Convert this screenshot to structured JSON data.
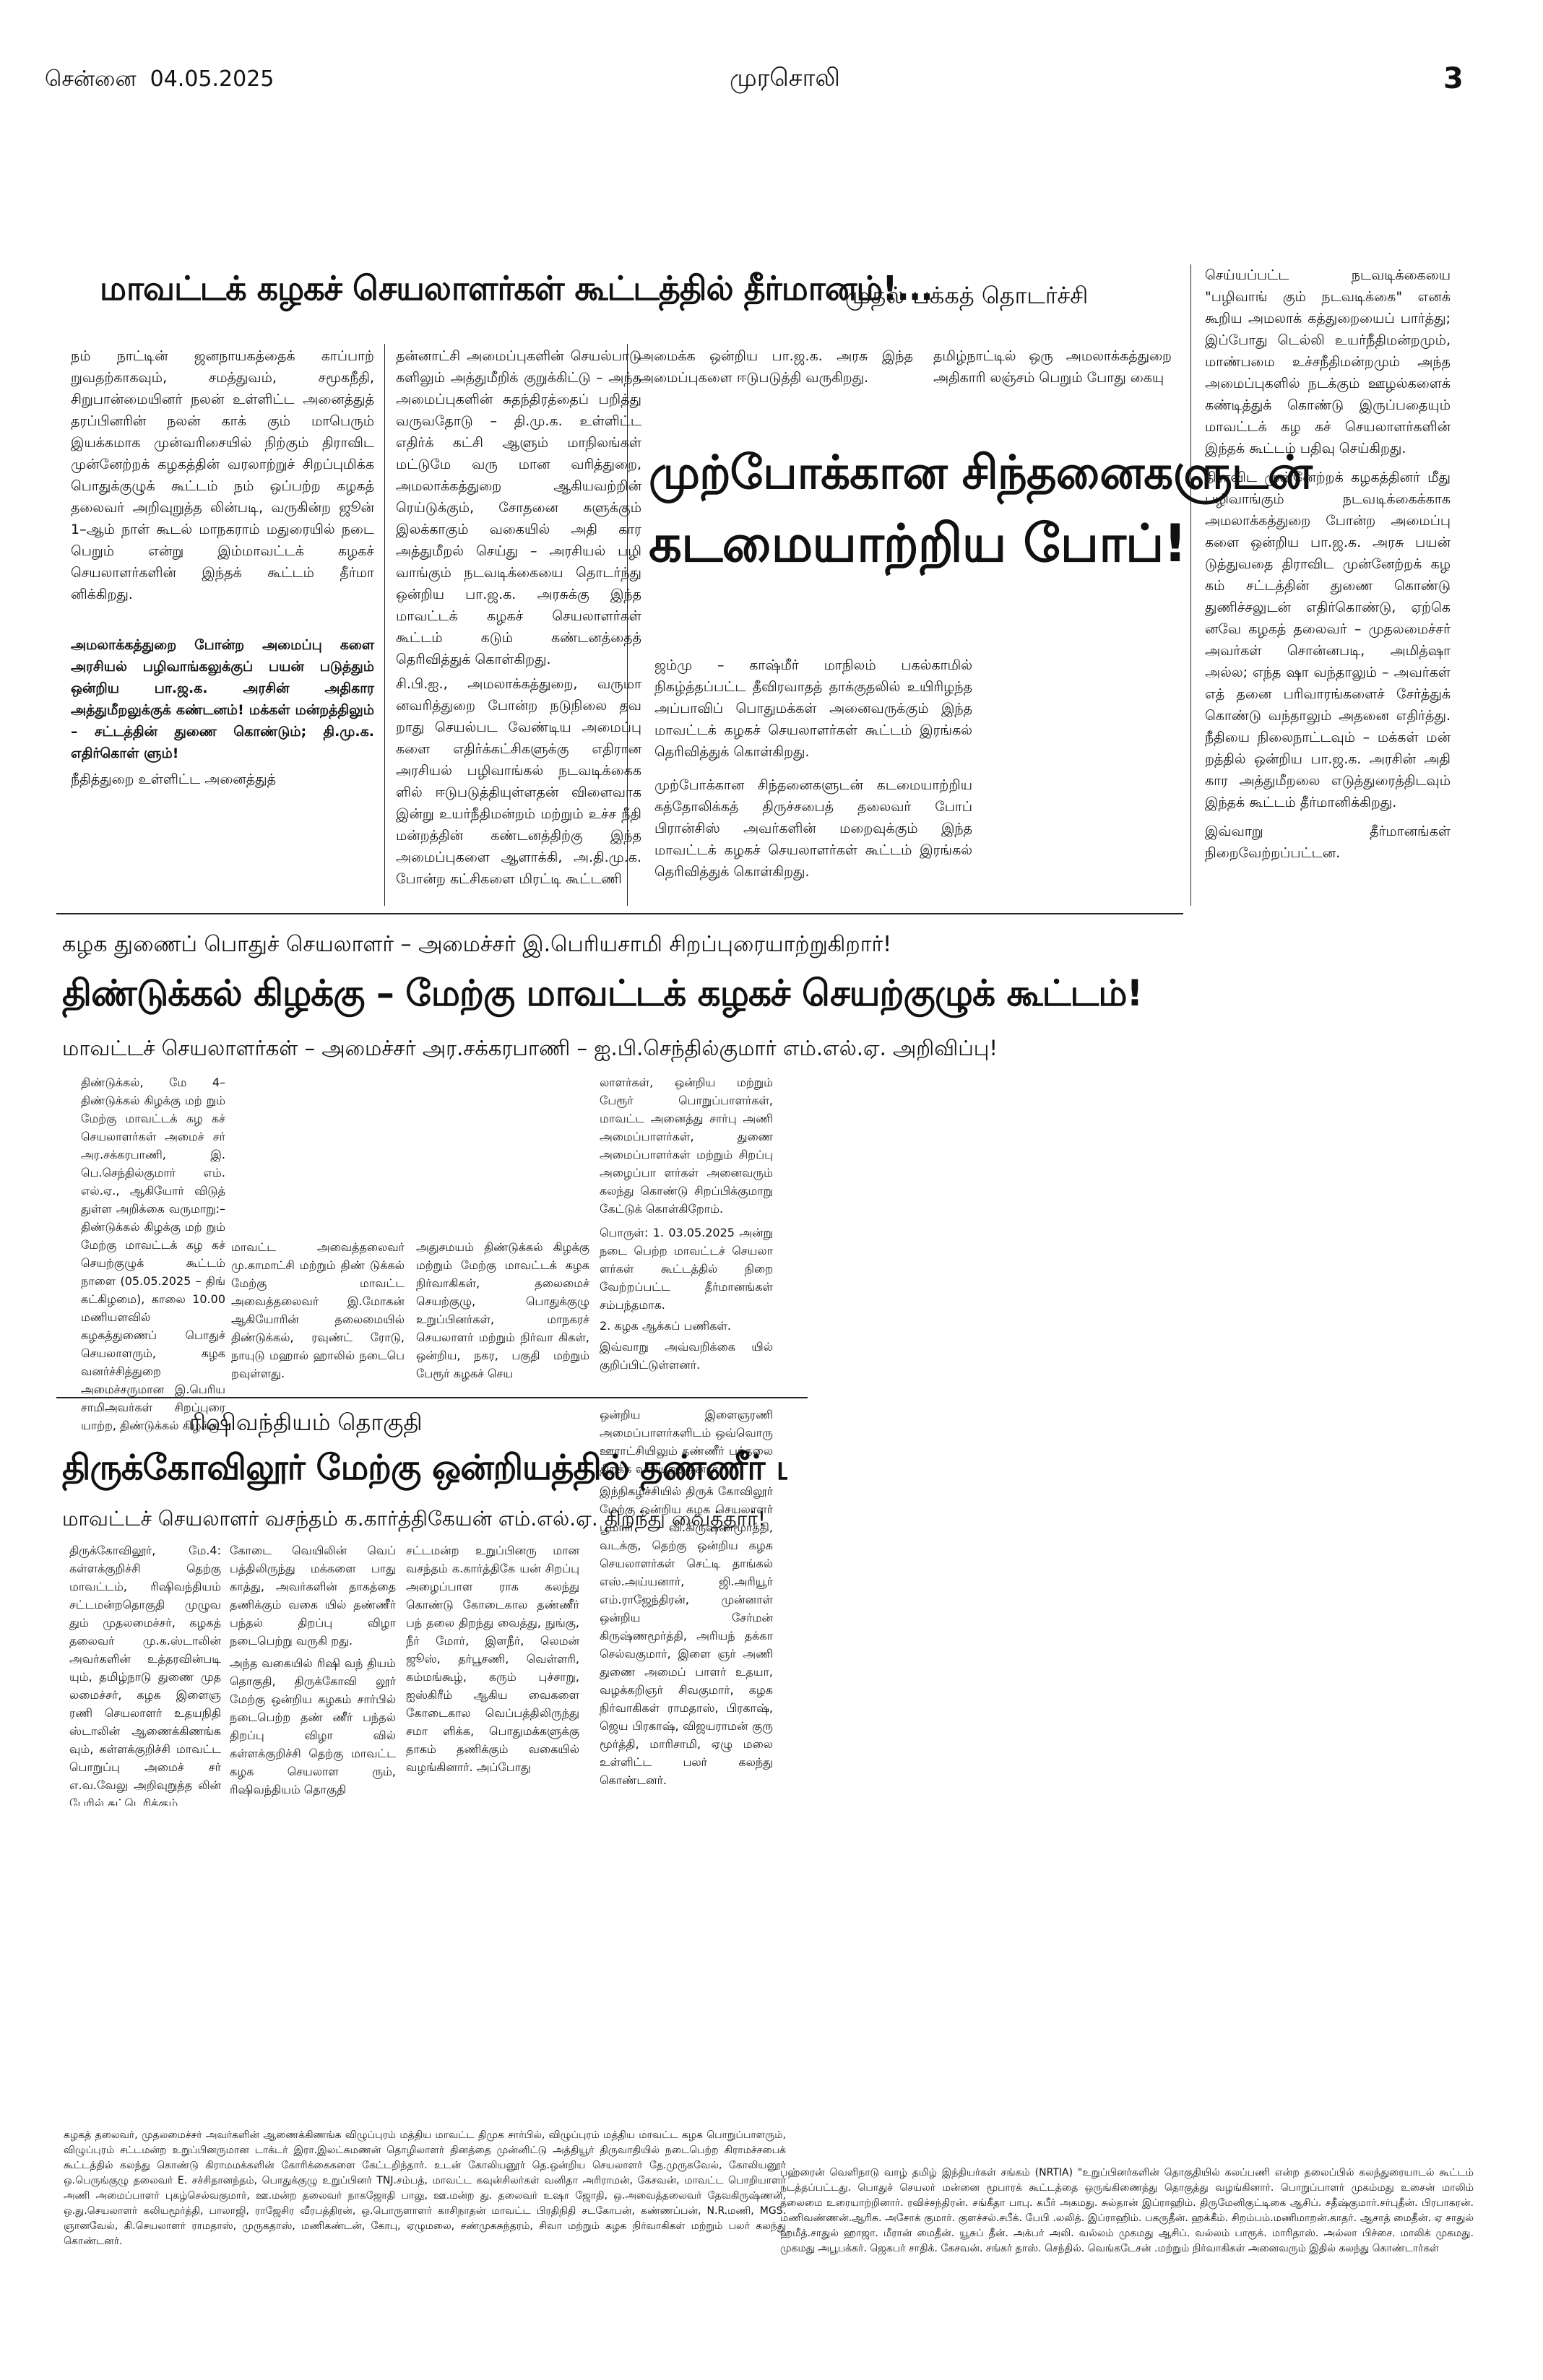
{
  "masthead": {
    "dateline": "சென்னை  04.05.2025",
    "paper_name": "முரசொலி",
    "page_number": "3"
  },
  "top_story": {
    "headline": "மாவட்டக் கழகச் செயலாளர்கள் கூட்டத்தில் தீர்மானம்!...",
    "continued_label": "முதல் பக்கத் தொடர்ச்சி",
    "col1": "நம் நாட்டின் ஜனநாயகத்தைக் காப்பாற் றுவதற்காகவும், சமத்துவம், சமூகநீதி, சிறுபான்மையினர் நலன் உள்ளிட்ட அனைத்துத் தரப்பினரின் நலன் காக் கும் மாபெரும் இயக்கமாக முன்வரிசையில் நிற்கும் திராவிட முன்னேற்றக் கழகத்தின் வரலாற்றுச் சிறப்புமிக்க பொதுக்குழுக் கூட்டம் நம் ஒப்பற்ற கழகத் தலைவர் அறிவுறுத்த லின்படி, வருகின்ற ஜூன் 1–ஆம் நாள் கூடல் மாநகராம் மதுரையில் நடை பெறும் என்று இம்மாவட்டக் கழகச் செயலாளர்களின் இந்தக் கூட்டம் தீர்மா னிக்கிறது.",
    "col1_sub": "அமலாக்கத்துறை போன்ற அமைப்பு களை அரசியல் பழிவாங்கலுக்குப் பயன் படுத்தும் ஒன்றிய பா.ஜ.க. அரசின் அதிகார அத்துமீறலுக்குக் கண்டனம்! மக்கள் மன்றத்திலும் – சட்டத்தின் துணை கொண்டும்; தி.மு.க. எதிர்கொள் ளும்!",
    "col1_tail": "நீதித்துறை உள்ளிட்ட அனைத்துத்",
    "col2": "தன்னாட்சி அமைப்புகளின் செயல்பாடு களிலும் அத்துமீறிக் குறுக்கிட்டு – அந்த அமைப்புகளின் சுதந்திரத்தைப் பறித்து வருவதோடு – தி.மு.க. உள்ளிட்ட எதிர்க் கட்சி ஆளும் மாநிலங்கள் மட்டுமே வரு மான வரித்துறை, அமலாக்கத்துறை ஆகியவற்றின் ரெய்டுக்கும், சோதனை களுக்கும் இலக்காகும் வகையில் அதி கார அத்துமீறல் செய்து – அரசியல் பழி வாங்கும் நடவடிக்கையை தொடர்ந்து ஒன்றிய பா.ஜ.க. அரசுக்கு இந்த மாவட்டக் கழகச் செயலாளர்கள் கூட்டம் கடும் கண்டனத்தைத் தெரிவித்துக் கொள்கிறது.",
    "col2_b": "சி.பி.ஐ., அமலாக்கத்துறை, வருமா னவரித்துறை போன்ற நடுநிலை தவ றாது செயல்பட வேண்டிய அமைப்பு களை எதிர்க்கட்சிகளுக்கு எதிரான அரசியல் பழிவாங்கல் நடவடிக்கைக ளில் ஈடுபடுத்தியுள்ளதன் விளைவாக இன்று உயர்நீதிமன்றம் மற்றும் உச்ச நீதி மன்றத்தின் கண்டனத்திற்கு இந்த அமைப்புகளை ஆளாக்கி, அ.தி.மு.க. போன்ற கட்சிகளை மிரட்டி கூட்டணி",
    "col3_top": "அமைக்க ஒன்றிய பா.ஜ.க. அரசு இந்த அமைப்புகளை ஈடுபடுத்தி வருகிறது.",
    "col4_top": "தமிழ்நாட்டில் ஒரு அமலாக்கத்துறை அதிகாரி லஞ்சம் பெறும் போது கையு",
    "pope_headline_line1": "முற்போக்கான சிந்தனைகளுடன்",
    "pope_headline_line2": "கடமையாற்றிய போப்!",
    "pope_p1": "ஜம்மு – காஷ்மீர் மாநிலம் பகல்காமில் நிகழ்த்தப்பட்ட தீவிரவாதத் தாக்குதலில் உயிரிழந்த அப்பாவிப் பொதுமக்கள் அனைவருக்கும் இந்த மாவட்டக் கழகச் செயலாளர்கள் கூட்டம் இரங்கல் தெரிவித்துக் கொள்கிறது.",
    "pope_p2": "முற்போக்கான சிந்தனைகளுடன் கடமையாற்றிய கத்தோலிக்கத் திருச்சபைத் தலைவர் போப் பிரான்சிஸ் அவர்களின் மறைவுக்கும் இந்த மாவட்டக் கழகச் செயலாளர்கள் கூட்டம் இரங்கல் தெரிவித்துக் கொள்கிறது.",
    "right_col": "செய்யப்பட்ட நடவடிக்கையை \"பழிவாங் கும் நடவடிக்கை\" எனக் கூறிய அமலாக் கத்துறையைப் பார்த்து; இப்போது டெல்லி உயர்நீதிமன்றமும், மாண்பமை உச்சநீதிமன்றமும் அந்த அமைப்புகளில் நடக்கும் ஊழல்களைக் கண்டித்துக் கொண்டு இருப்பதையும் மாவட்டக் கழ கச் செயலாளர்களின் இந்தக் கூட்டம் பதிவு செய்கிறது.",
    "right_col_b": "திராவிட முன்னேற்றக் கழகத்தினர் மீது பழிவாங்கும் நடவடிக்கைக்காக அமலாக்கத்துறை போன்ற அமைப்பு களை ஒன்றிய பா.ஜ.க. அரசு பயன் டுத்துவதை திராவிட முன்னேற்றக் கழ கம் சட்டத்தின் துணை கொண்டு துணிச்சலுடன் எதிர்கொண்டு, ஏற்கெ னவே கழகத் தலைவர் – முதலமைச்சர் அவர்கள் சொன்னபடி, அமித்ஷா அல்ல; எந்த ஷா வந்தாலும் – அவர்கள் எத் தனை பரிவாரங்களைச் சேர்த்துக் கொண்டு வந்தாலும் அதனை எதிர்த்து. நீதியை நிலைநாட்டவும் – மக்கள் மன் றத்தில் ஒன்றிய பா.ஜ.க. அரசின் அதி கார அத்துமீறலை எடுத்துரைத்திடவும் இந்தக் கூட்டம் தீர்மானிக்கிறது.",
    "right_col_c": "இவ்வாறு தீர்மானங்கள் நிறைவேற்றப்பட்டன."
  },
  "dindigul_story": {
    "kicker": "கழக துணைப் பொதுச் செயலாளர் – அமைச்சர் இ.பெரியசாமி சிறப்புரையாற்றுகிறார்!",
    "headline": "திண்டுக்கல் கிழக்கு – மேற்கு மாவட்டக் கழகச் செயற்குழுக் கூட்டம்!",
    "subhead": "மாவட்டச் செயலாளர்கள் – அமைச்சர் அர.சக்கரபாணி – ஐ.பி.செந்தில்குமார் எம்.எல்.ஏ. அறிவிப்பு!",
    "col1": "திண்டுக்கல், மே 4– திண்டுக்கல் கிழக்கு மற் றும் மேற்கு மாவட்டக் கழ கச் செயலாளர்கள் அமைச் சர் அர.சக்கரபாணி, இ. பெ.செந்தில்குமார் எம். எல்.ஏ., ஆகியோர் விடுத் துள்ள அறிக்கை வருமாறு:– திண்டுக்கல் கிழக்கு மற் றும் மேற்கு மாவட்டக் கழ கச் செயற்குழுக் கூட்டம் நாளை (05.05.2025 – திங் கட்கிழமை), காலை 10.00 மணியளவில் கழகத்துணைப் பொதுச் செயலாளரும், கழக வனர்ச்சித்துறை அமைச்சருமான இ.பெரிய சாமிஅவர்கள் சிறப்புரை யாற்ற, திண்டுக்கல் கிழக்கு",
    "col2": "மாவட்ட அவைத்தலைவர் மு.காமாட்சி மற்றும் திண் டுக்கல் மேற்கு மாவட்ட அவைத்தலைவர் இ.மோகன் ஆகியோரின் தலைமையில் திண்டுக்கல், ரவுண்ட் ரோடு, நாயுடு மஹால் ஹாலில் நடைபெ றவுள்ளது.",
    "col3": "அதுசமயம் திண்டுக்கல் கிழக்கு மற்றும் மேற்கு மாவட்டக் கழக நிர்வாகிகள், தலைமைச் செயற்குழு, பொதுக்குழு உறுப்பினர்கள், மாநகரச் செயலாளர் மற்றும் நிர்வா கிகள், ஒன்றிய, நகர, பகுதி மற்றும் பேரூர் கழகச் செய",
    "col4": "லாளர்கள், ஒன்றிய மற்றும் பேரூர் பொறுப்பாளர்கள், மாவட்ட அனைத்து சார்பு அணி அமைப்பாளர்கள், துணை அமைப்பாளர்கள் மற்றும் சிறப்பு அழைப்பா ளர்கள் அனைவரும் கலந்து கொண்டு சிறப்பிக்குமாறு கேட்டுக் கொள்கிறோம்.",
    "col4_b": "பொருள்: 1. 03.05.2025 அன்று நடை பெற்ற மாவட்டச் செயலா ளர்கள் கூட்டத்தில் நிறை வேற்றப்பட்ட தீர்மானங்கள் சம்பந்தமாக.",
    "col4_c": "2. கழக ஆக்கப் பணிகள்.",
    "col4_d": "இவ்வாறு அவ்வறிக்கை யில் குறிப்பிட்டுள்ளனர்."
  },
  "rishi_story": {
    "kicker": "ரிஷிவந்தியம் தொகுதி",
    "headline": "திருக்கோவிலூர் மேற்கு ஒன்றியத்தில் தண்ணீர் பந்தல்!",
    "subhead": "மாவட்டச் செயலாளர் வசந்தம் க.கார்த்திகேயன் எம்.எல்.ஏ. திறந்து வைத்தார்!",
    "col1": "திருக்கோவிலூர், மே.4: கள்ளக்குறிச்சி தெற்கு மாவட்டம், ரிஷிவந்தியம் சட்டமன்றதொகுதி முழுவ தும் முதலமைச்சர், கழகத் தலைவர் மு.க.ஸ்டாலின் அவர்களின் உத்தரவின்படி யும், தமிழ்நாடு துணை முத லமைச்சர், கழக இளைஞ ரணி செயலாளர் உதயநிதி ஸ்டாலின் ஆணைக்கிணங்க வும், கள்ளக்குறிச்சி மாவட்ட பொறுப்பு அமைச் சர் எ.வ.வேலு அறிவுறுத்த லின் பேரில் சுட்டெரிக்கும்",
    "col2": "கோடை வெயிலின் வெப் பத்திலிருந்து மக்களை பாது காத்து, அவர்களின் தாகத்தை தணிக்கும் வகை யில் தண்ணீர் பந்தல் திறப்பு விழா நடைபெற்று வருகி றது.",
    "col2_b": "அந்த வகையில் ரிஷி வந் தியம் தொகுதி, திருக்கோவி லூர் மேற்கு ஒன்றிய கழகம் சார்பில் நடைபெற்ற தண் ணீர் பந்தல் திறப்பு விழா வில் கள்ளக்குறிச்சி தெற்கு மாவட்ட கழக செயலாள ரும், ரிஷிவந்தியம் தொகுதி",
    "col3": "சட்டமன்ற உறுப்பினரு மான வசந்தம் க.கார்த்திகே யன் சிறப்பு அழைப்பாள ராக கலந்து கொண்டு கோடைகால தண்ணீர் பந் தலை திறந்து வைத்து, நுங்கு, நீர் மோர், இளநீர், லெமன் ஜூஸ், தர்பூசணி, வெள்ளரி, கம்மங்கூழ், கரும் புச்சாறு, ஐஸ்கிரீம் ஆகிய வைகளை கோடைகால வெப்பத்திலிருந்து சமா ளிக்க, பொதுமக்களுக்கு தாகம் தணிக்கும் வகையில் வழங்கினார். அப்போது",
    "col4": "ஒன்றிய இளைஞரணி அமைப்பாளர்களிடம் ஒவ்வொரு ஊராட்சியிலும் தண்ணீர் பந்தலை திறக்க வலியுறுத்தினார்.",
    "col4_b": "இந்நிகழ்ச்சியில் திருக் கோவிலூர் மேற்கு ஒன்றிய கழக செயலாளர் பூமாரி வி.கிருஷ்ணமூர்த்தி, வடக்கு, தெற்கு ஒன்றிய கழக செயலாளர்கள் செட்டி தாங்கல் எஸ்.அய்யனார், ஜி.அரியூர் எம்.ராஜேந்திரன், முன்னாள் ஒன்றிய சேர்மன் கிருஷ்ணமூர்த்தி, அரியந் தக்கா செல்வகுமார், இளை ஞர் அணி துணை அமைப் பாளர் உதயா, வழக்கறிஞர் சிவகுமார், கழக நிர்வாகிகள் ராமதாஸ், பிரகாஷ், ஜெய பிரகாஷ், விஜயராமன் குரு மூர்த்தி, மாரிசாமி, ஏழு மலை உள்ளிட்ட பலர் கலந்து கொண்டனர்."
  },
  "captions": {
    "left": "கழகத் தலைவர், முதலமைச்சர் அவர்களின் ஆணைக்கிணங்க விழுப்புரம் மத்திய மாவட்ட திமுக சார்பில், விழுப்புரம் மத்திய மாவட்ட கழக பொறுப்பாளரும், விழுப்புரம் சட்டமன்ற உறுப்பினருமான டாக்டர் இரா.இலட்சுமணன் தொழிலாளர் தினத்தை முன்னிட்டு அத்தியூர் திருவாதியில் நடைபெற்ற கிராமச்சபைக் கூட்டத்தில் கலந்து கொண்டு கிராமமக்களின் கோரிக்கைகளை கேட்டறிந்தார். உடன் கோலியனூர் தெ.ஒன்றிய செயலாளர் தே.முருகவேல், கோலியனூர் ஒ.பெருங்குழு தலைவர் E. சச்சிதானந்தம், பொதுக்குழு உறுப்பினர் TNJ.சம்பத், மாவட்ட கவுன்சிலர்கள் வனிதா அரிராமன், கேசவன், மாவட்ட பொறியாளர் அணி அமைப்பாளர் புகழ்செல்வகுமார், ஊ.மன்ற தலைவர் நாகஜோதி பாலு, ஊ.மன்ற து. தலைவர் உஷா ஜோதி, ஒ.அவைத்தலைவர் தேவகிருஷ்ணன், ஒ.து.செயலாளர் கலியமூர்த்தி, பாலாஜி, ராஜேசிர வீரபத்திரன், ஒ.பொருளாளர் காசிநாதன் மாவட்ட பிரதிநிதி சடகோபன், கண்ணப்பன், N.R.மணி, MGS. ஞானவேல், கி.செயலாளர் ராமதாஸ், முருகதாஸ், மணிகண்டன், கோபு, ஏழுமலை, சண்முகசுந்தரம், சிவா மற்றும் கழக நிர்வாகிகள் மற்றும் பலர் கலந்து கொண்டனர்.",
    "right": "பஹ்ரைன் வெளிநாடு வாழ் தமிழ் இந்தியர்கள் சங்கம் (NRTIA) \"உறுப்பினர்களின் தொகுதியில் கலப்பணி என்ற தலைப்பில் கலந்துரையாடல் கூட்டம் நடத்தப்பட்டது. பொதுச் செயலர் மன்னை மூபாரக் கூட்டத்தை ஒருங்கிணைத்து தொகுத்து வழங்கினார். பொறுப்பாளர் முகம்மது உசைன் மாலிம் தலைமை உரையாற்றினார். ரவிச்சந்திரன். சங்கீதா பாபு. கபீர் அகமது. சுல்தான் இப்ராஹிம். திருமேனிகுட்டிகை ஆசிப். சதீஷ்குமார்.சர்புதீன். பிரபாகரன். மணிவண்ணன்.ஆரிசு. அசோக் குமார். குளச்சல்.சபீக். பேபி .லலித். இப்ராஹிம். பகருதீன். ஹக்கீம். சிறம்பம்.மணிமாறன்.காதர். ஆசாத் மைதீன். ஏ சாதுல் ஹமீத்.சாதுல் ஹாஜா. மீரான் மைதீன். யூசுப் தீன். அக்பர் அலி. வல்லம் முகமது ஆசிப். வல்லம் பாரூக். மாரிதாஸ். அல்லா பிச்சை. மாலிக் முகமது. முகமது அபூபக்கர். ஜெகபர் சாதிக். கேசவன். சங்கர் தாஸ். செந்தில். வெங்கடேசன் .மற்றும் நிர்வாகிகள் அனைவரும் இதில் கலந்து கொண்டார்கள்"
  }
}
